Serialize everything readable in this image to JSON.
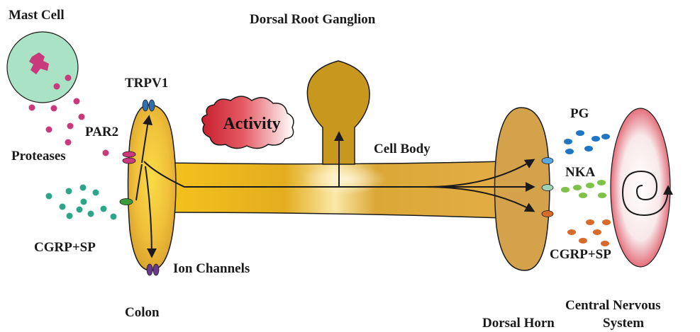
{
  "labels": {
    "mast_cell": "Mast Cell",
    "dorsal_root_ganglion": "Dorsal Root Ganglion",
    "trpv1": "TRPV1",
    "activity": "Activity",
    "par2": "PAR2",
    "proteases": "Proteases",
    "cell_body": "Cell Body",
    "pg": "PG",
    "nka": "NKA",
    "cgrp_sp_left": "CGRP+SP",
    "cgrp_sp_right": "CGRP+SP",
    "ion_channels": "Ion Channels",
    "colon": "Colon",
    "dorsal_horn": "Dorsal Horn",
    "cns_line1": "Central Nervous",
    "cns_line2": "System"
  },
  "colors": {
    "neuron_dark": "#c8971e",
    "neuron_light": "#f7d53a",
    "mast_cell_fill": "#a9e2c4",
    "mast_granule": "#c83a7c",
    "teal_dots": "#2ea588",
    "green_dots": "#7fc24a",
    "blue_dots": "#1f76c4",
    "orange_dots": "#d86a2a",
    "trpv1_channel": "#2f6fb0",
    "ion_channel": "#6a3a8c",
    "cns_red": "#d8283a",
    "activity_red": "#c8202e"
  }
}
